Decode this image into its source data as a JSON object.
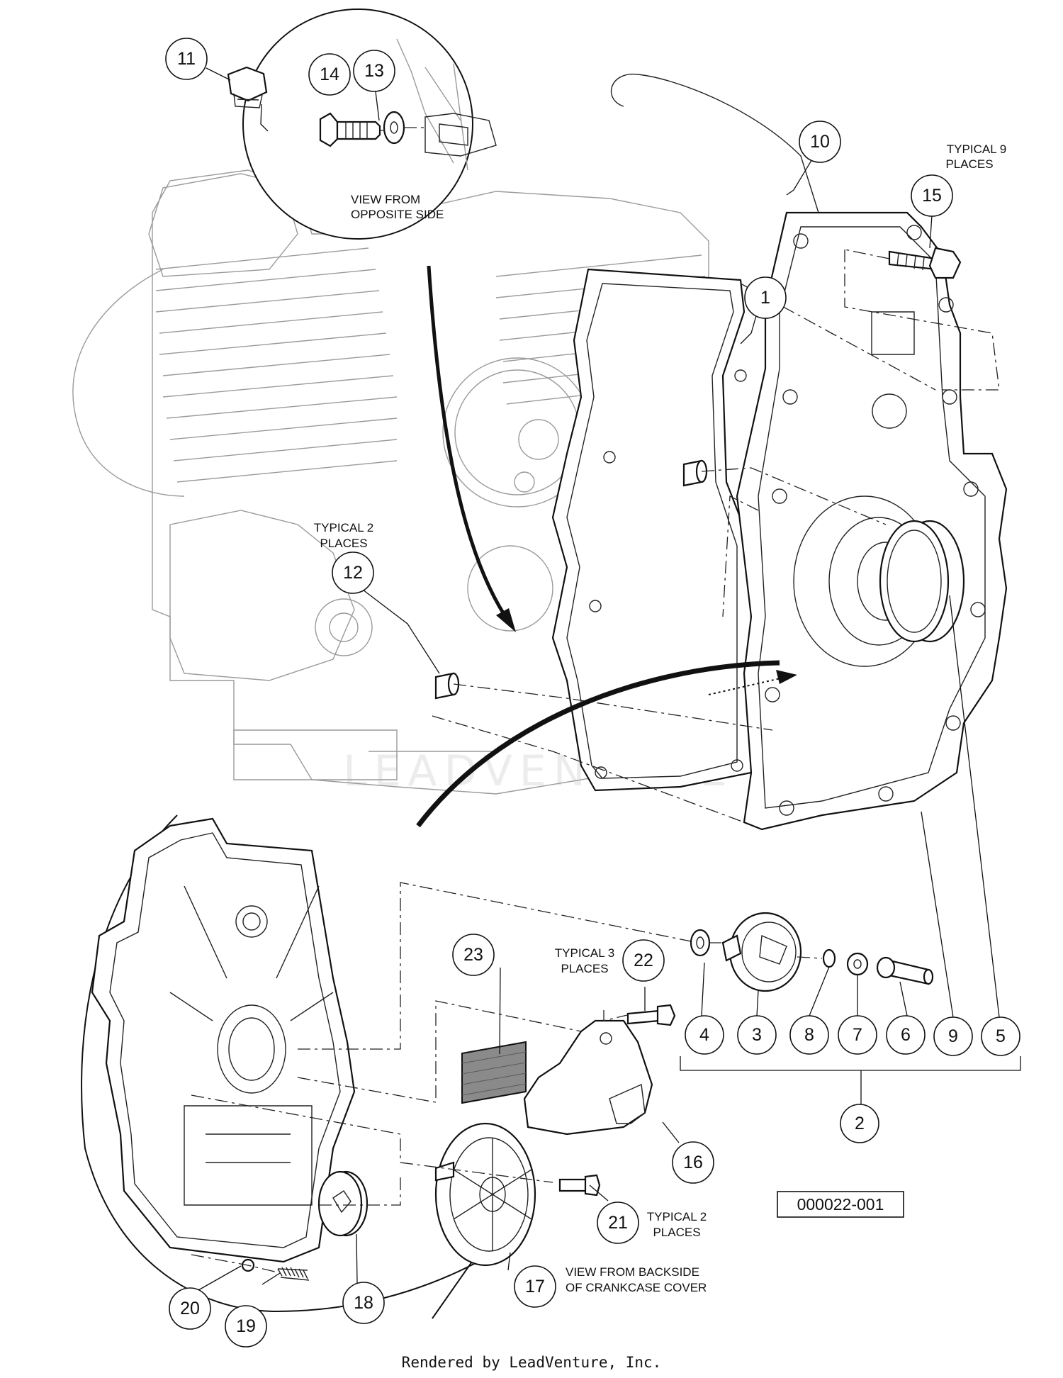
{
  "callouts": [
    {
      "id": "c1",
      "number": "1"
    },
    {
      "id": "c2",
      "number": "2"
    },
    {
      "id": "c3",
      "number": "3"
    },
    {
      "id": "c4",
      "number": "4"
    },
    {
      "id": "c5",
      "number": "5"
    },
    {
      "id": "c6",
      "number": "6"
    },
    {
      "id": "c7",
      "number": "7"
    },
    {
      "id": "c8",
      "number": "8"
    },
    {
      "id": "c9",
      "number": "9"
    },
    {
      "id": "c10",
      "number": "10"
    },
    {
      "id": "c11",
      "number": "11"
    },
    {
      "id": "c12",
      "number": "12"
    },
    {
      "id": "c13",
      "number": "13"
    },
    {
      "id": "c14",
      "number": "14"
    },
    {
      "id": "c15",
      "number": "15"
    },
    {
      "id": "c16",
      "number": "16"
    },
    {
      "id": "c17",
      "number": "17"
    },
    {
      "id": "c18",
      "number": "18"
    },
    {
      "id": "c19",
      "number": "19"
    },
    {
      "id": "c20",
      "number": "20"
    },
    {
      "id": "c21",
      "number": "21"
    },
    {
      "id": "c22",
      "number": "22"
    },
    {
      "id": "c23",
      "number": "23"
    }
  ],
  "notes": {
    "view_opposite_side": [
      "VIEW FROM",
      "OPPOSITE SIDE"
    ],
    "typical_9": [
      "TYPICAL 9",
      "PLACES"
    ],
    "typical_2_upper": [
      "TYPICAL 2",
      "PLACES"
    ],
    "typical_3": [
      "TYPICAL 3",
      "PLACES"
    ],
    "typical_2_lower": [
      "TYPICAL 2",
      "PLACES"
    ],
    "view_backside": [
      "VIEW FROM BACKSIDE",
      "OF CRANKCASE COVER"
    ]
  },
  "drawing_id": "000022-001",
  "watermark": "LEADVENTURE",
  "footer": "Rendered by LeadVenture, Inc."
}
